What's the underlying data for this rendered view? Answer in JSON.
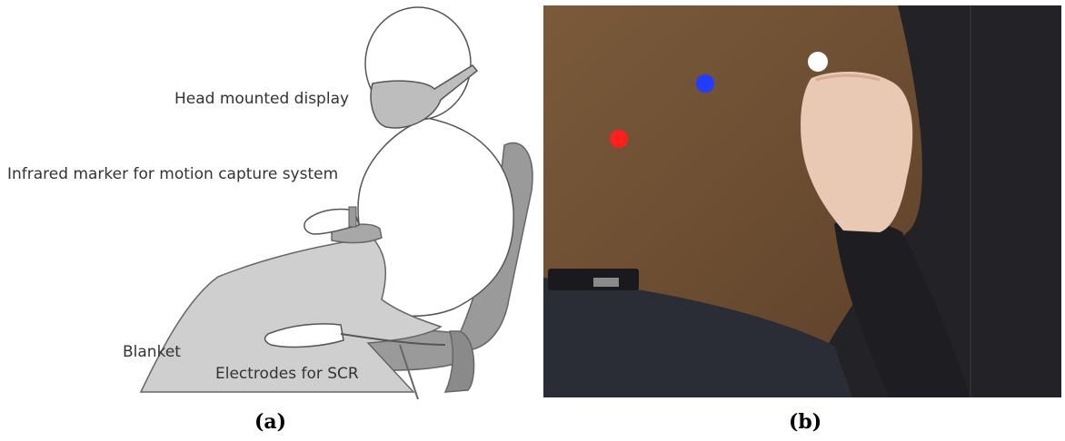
{
  "figure_a": {
    "labels": {
      "hmd": "Head mounted display",
      "marker": "Infrared marker for motion capture system",
      "blanket": "Blanket",
      "electrodes": "Electrodes for SCR"
    },
    "caption": "(a)"
  },
  "figure_b": {
    "caption": "(b)",
    "dot_colors": {
      "white": "#ffffff",
      "blue": "#1f3cff",
      "red": "#ff1f1f"
    }
  }
}
